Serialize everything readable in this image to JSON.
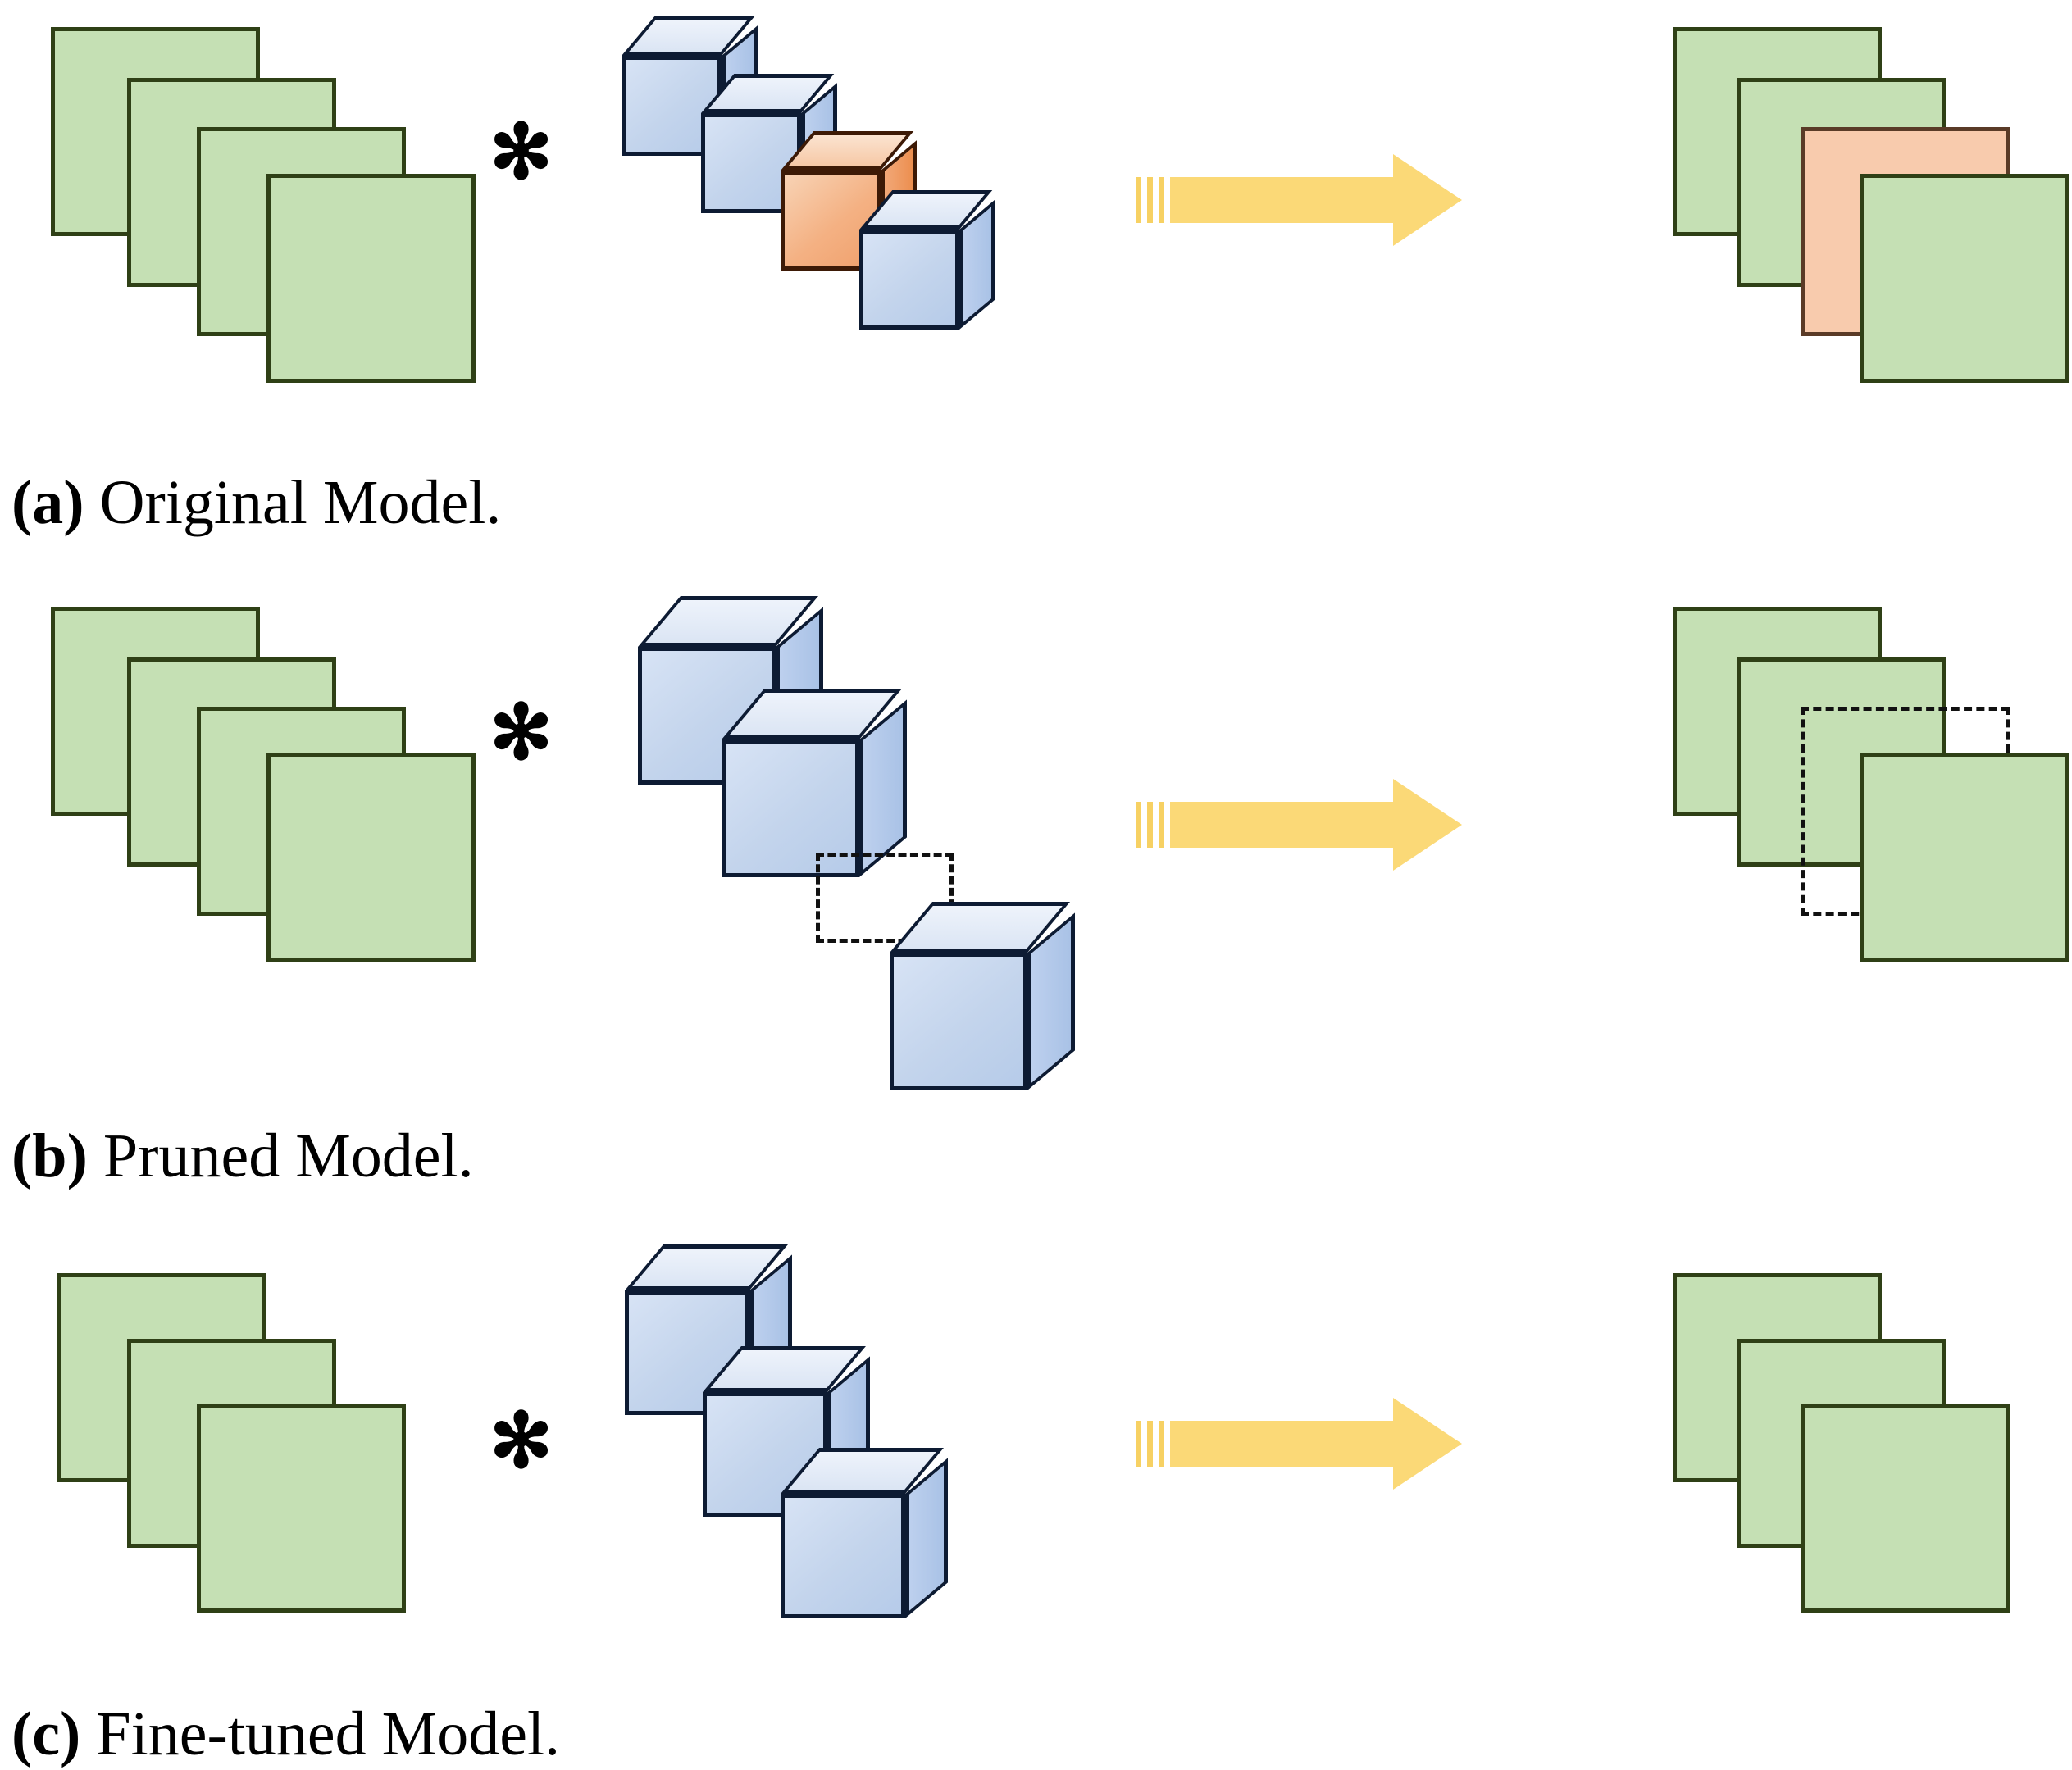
{
  "figure": {
    "title": "Channel pruning pipeline illustration",
    "background_color": "#ffffff",
    "colors": {
      "feature_map_green": "#c5e0b4",
      "feature_map_green_border": "#2f4016",
      "feature_map_peach": "#f8cbad",
      "kernel_blue": "#c3d4ec",
      "kernel_blue_border": "#0d1b33",
      "kernel_orange": "#f4b183",
      "arrow_yellow": "#fbd977",
      "ghost_outline": "#111111"
    },
    "operator_symbol": "✻"
  },
  "panels": [
    {
      "id": "a",
      "caption_tag": "(a)",
      "caption_text": " Original Model.",
      "input": {
        "label": "input-feature-maps",
        "count": 4,
        "items": [
          {
            "color": "green"
          },
          {
            "color": "green"
          },
          {
            "color": "green"
          },
          {
            "color": "green"
          }
        ]
      },
      "kernels": {
        "label": "convolution-kernels",
        "count": 4,
        "items": [
          {
            "color": "blue",
            "pruned": false
          },
          {
            "color": "blue",
            "pruned": false
          },
          {
            "color": "orange",
            "pruned": false
          },
          {
            "color": "blue",
            "pruned": false
          }
        ]
      },
      "output": {
        "label": "output-feature-maps",
        "count": 4,
        "items": [
          {
            "color": "green"
          },
          {
            "color": "green"
          },
          {
            "color": "peach"
          },
          {
            "color": "green"
          }
        ]
      },
      "arrow": {
        "label": "transform-arrow",
        "direction": "right"
      }
    },
    {
      "id": "b",
      "caption_tag": "(b)",
      "caption_text": " Pruned Model.",
      "input": {
        "label": "input-feature-maps",
        "count": 4,
        "items": [
          {
            "color": "green"
          },
          {
            "color": "green"
          },
          {
            "color": "green"
          },
          {
            "color": "green"
          }
        ]
      },
      "kernels": {
        "label": "convolution-kernels",
        "count": 4,
        "items": [
          {
            "color": "blue",
            "pruned": false
          },
          {
            "color": "blue",
            "pruned": false
          },
          {
            "color": "ghost",
            "pruned": true
          },
          {
            "color": "blue",
            "pruned": false
          }
        ]
      },
      "output": {
        "label": "output-feature-maps",
        "count": 4,
        "items": [
          {
            "color": "green"
          },
          {
            "color": "green"
          },
          {
            "color": "ghost"
          },
          {
            "color": "green"
          }
        ]
      },
      "arrow": {
        "label": "transform-arrow",
        "direction": "right"
      }
    },
    {
      "id": "c",
      "caption_tag": "(c)",
      "caption_text": " Fine-tuned Model.",
      "input": {
        "label": "input-feature-maps",
        "count": 3,
        "items": [
          {
            "color": "green"
          },
          {
            "color": "green"
          },
          {
            "color": "green"
          }
        ]
      },
      "kernels": {
        "label": "convolution-kernels",
        "count": 3,
        "items": [
          {
            "color": "blue",
            "pruned": false
          },
          {
            "color": "blue",
            "pruned": false
          },
          {
            "color": "blue",
            "pruned": false
          }
        ]
      },
      "output": {
        "label": "output-feature-maps",
        "count": 3,
        "items": [
          {
            "color": "green"
          },
          {
            "color": "green"
          },
          {
            "color": "green"
          }
        ]
      },
      "arrow": {
        "label": "transform-arrow",
        "direction": "right"
      }
    }
  ]
}
